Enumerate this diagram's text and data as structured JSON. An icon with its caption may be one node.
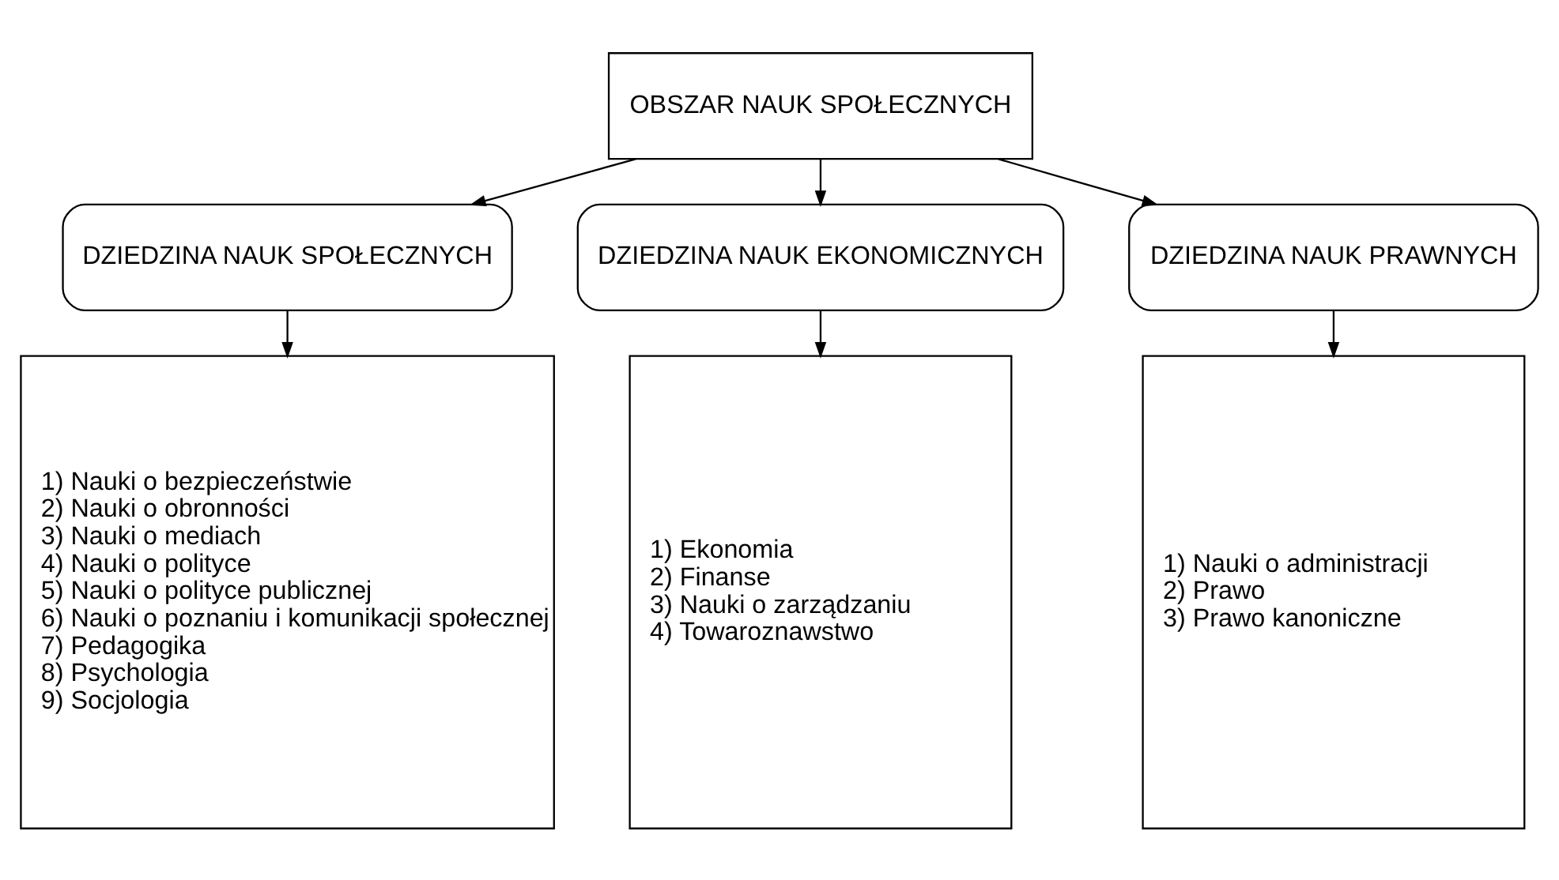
{
  "diagram": {
    "nodes": [
      {
        "text": [
          "OBSZAR NAUK SPOŁECZNYCH"
        ]
      },
      {
        "text": [
          "DZIEDZINA NAUK SPOŁECZNYCH"
        ]
      },
      {
        "text": [
          "DZIEDZINA NAUK EKONOMICZNYCH"
        ]
      },
      {
        "text": [
          "DZIEDZINA NAUK PRAWNYCH"
        ]
      },
      {
        "text": [
          "1) Nauki o bezpieczeństwie",
          "2) Nauki o obronności",
          "3) Nauki o mediach",
          "4) Nauki o polityce",
          "5) Nauki o polityce publicznej",
          "6) Nauki o poznaniu i komunikacji społecznej",
          "7) Pedagogika",
          "8) Psychologia",
          "9) Socjologia"
        ]
      },
      {
        "text": [
          "1) Ekonomia",
          "2) Finanse",
          "3) Nauki o zarządzaniu",
          "4) Towaroznawstwo"
        ]
      },
      {
        "text": [
          "1) Nauki o administracji",
          "2) Prawo",
          "3) Prawo kanoniczne"
        ]
      }
    ],
    "edges": [
      {
        "from": 0,
        "to": 1,
        "arrow": "to"
      },
      {
        "from": 0,
        "to": 2,
        "arrow": "to"
      },
      {
        "from": 0,
        "to": 3,
        "arrow": "to"
      },
      {
        "from": 1,
        "to": 4,
        "arrow": "to"
      },
      {
        "from": 2,
        "to": 5,
        "arrow": "to"
      },
      {
        "from": 3,
        "to": 6,
        "arrow": "to"
      }
    ]
  }
}
